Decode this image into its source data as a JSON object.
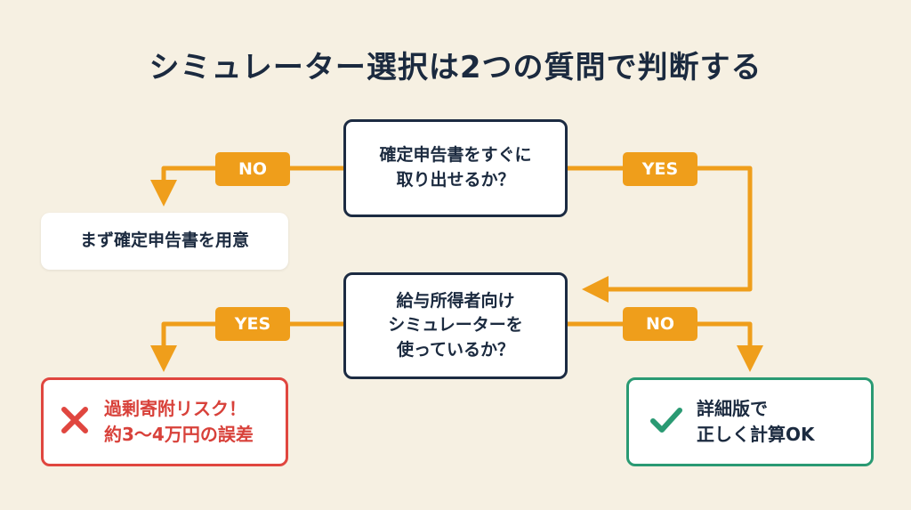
{
  "title": "シミュレーター選択は2つの質問で判断する",
  "nodes": {
    "question1": "確定申告書をすぐに\n取り出せるか？",
    "question2": "給与所得者向け\nシミュレーターを\n使っているか？",
    "prepare": "まず確定申告書を用意",
    "risk": "過剰寄附リスク！\n約3〜4万円の誤差",
    "ok": "詳細版で\n正しく計算OK"
  },
  "labels": {
    "q1_no": "NO",
    "q1_yes": "YES",
    "q2_yes": "YES",
    "q2_no": "NO"
  },
  "icons": {
    "risk": "cross-icon",
    "ok": "check-icon"
  },
  "colors": {
    "background": "#f6f0e2",
    "arrow": "#ef9e1b",
    "question_border": "#1c2b42",
    "risk": "#e0463f",
    "ok": "#2a9a73"
  }
}
